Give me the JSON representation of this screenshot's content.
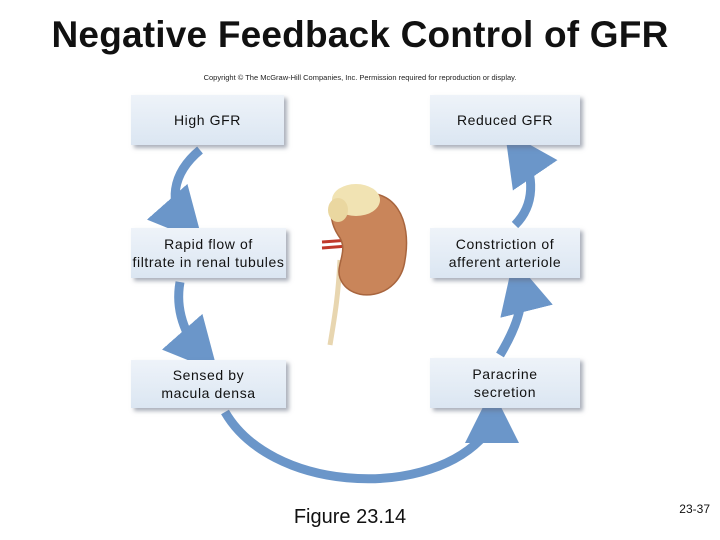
{
  "title": "Negative Feedback Control of GFR",
  "copyright": "Copyright © The McGraw-Hill Companies, Inc. Permission required for reproduction or display.",
  "boxes": {
    "high_gfr": "High GFR",
    "reduced_gfr": "Reduced GFR",
    "rapid_flow_line1": "Rapid flow of",
    "rapid_flow_line2": "filtrate in renal tubules",
    "constriction_line1": "Constriction of",
    "constriction_line2": "afferent arteriole",
    "sensed_line1": "Sensed by",
    "sensed_line2": "macula densa",
    "paracrine_line1": "Paracrine",
    "paracrine_line2": "secretion"
  },
  "figure_caption": "Figure 23.14",
  "page_number": "23-37",
  "colors": {
    "arrow": "#6b96c9",
    "box_fill": "#e3ebf5",
    "kidney": "#c9855a"
  }
}
